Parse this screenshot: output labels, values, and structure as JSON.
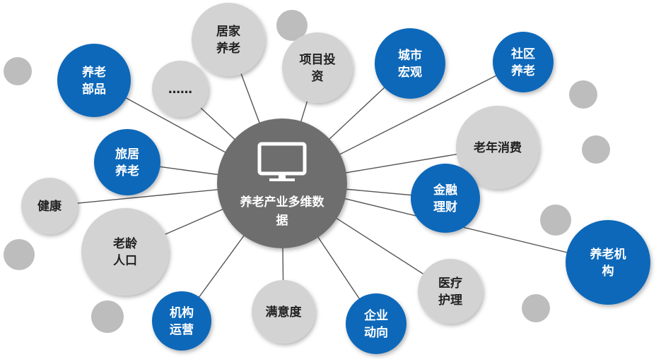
{
  "colors": {
    "center": "#6e6e6e",
    "blue": "#0a67b9",
    "gray": "#d3d3d3",
    "gray_dark": "#bdbdbd",
    "connector": "#555555",
    "text_dark": "#222222",
    "text_light": "#ffffff"
  },
  "center": {
    "icon": "monitor-icon",
    "label_line1": "养老产业多维数",
    "label_line2": "据"
  },
  "nodes": [
    {
      "id": "yanglao-bupin",
      "lines": [
        "养老",
        "部品"
      ],
      "style": "blue"
    },
    {
      "id": "ellipsis",
      "lines": [
        "……"
      ],
      "style": "gray"
    },
    {
      "id": "jujia-yanglao",
      "lines": [
        "居家",
        "养老"
      ],
      "style": "gray"
    },
    {
      "id": "xiangmu-touzi",
      "lines": [
        "项目投",
        "资"
      ],
      "style": "gray"
    },
    {
      "id": "chengshi-hongguan",
      "lines": [
        "城市",
        "宏观"
      ],
      "style": "blue"
    },
    {
      "id": "shequ-yanglao",
      "lines": [
        "社区",
        "养老"
      ],
      "style": "blue"
    },
    {
      "id": "laonian-xiaofei",
      "lines": [
        "老年消费"
      ],
      "style": "gray"
    },
    {
      "id": "jinrong-licai",
      "lines": [
        "金融",
        "理财"
      ],
      "style": "blue"
    },
    {
      "id": "yanglao-jigou",
      "lines": [
        "养老机",
        "构"
      ],
      "style": "blue"
    },
    {
      "id": "yiliao-huli",
      "lines": [
        "医疗",
        "护理"
      ],
      "style": "gray"
    },
    {
      "id": "qiye-dongxiang",
      "lines": [
        "企业",
        "动向"
      ],
      "style": "blue"
    },
    {
      "id": "manyidu",
      "lines": [
        "满意度"
      ],
      "style": "gray"
    },
    {
      "id": "jigou-yunying",
      "lines": [
        "机构",
        "运营"
      ],
      "style": "blue"
    },
    {
      "id": "laoling-renkou",
      "lines": [
        "老龄",
        "人口"
      ],
      "style": "gray"
    },
    {
      "id": "jiankang",
      "lines": [
        "健康"
      ],
      "style": "gray"
    },
    {
      "id": "lvju-yanglao",
      "lines": [
        "旅居",
        "养老"
      ],
      "style": "blue"
    }
  ],
  "decor_count": 8
}
